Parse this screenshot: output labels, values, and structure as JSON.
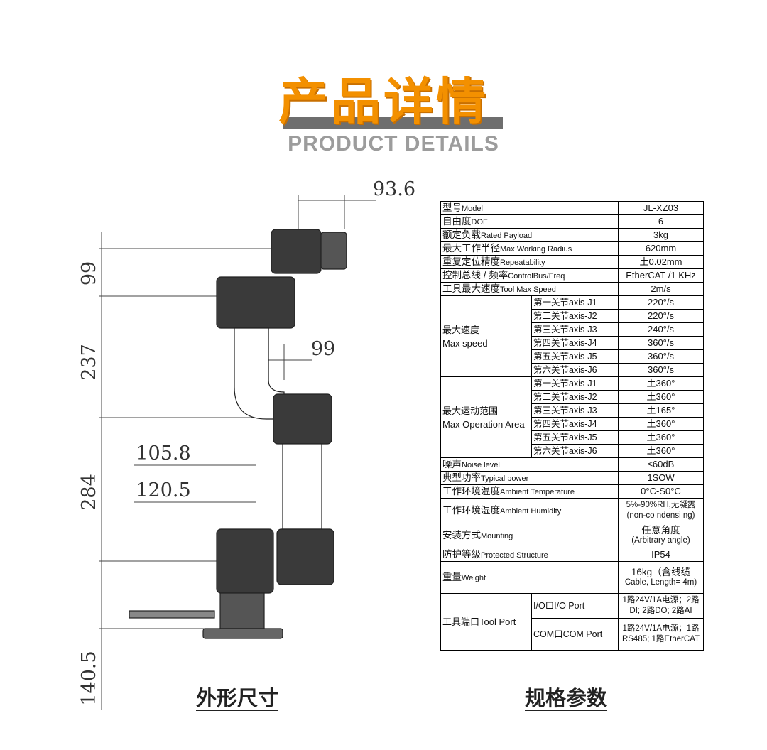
{
  "header": {
    "title_cn": "产品详情",
    "title_en": "PRODUCT DETAILS"
  },
  "drawing": {
    "caption": "外形尺寸",
    "dimensions": {
      "top_offset": "93.6",
      "h1": "99",
      "h2": "237",
      "inner": "99",
      "h3": "284",
      "w1": "105.8",
      "w2": "120.5",
      "base": "140.5"
    }
  },
  "specs": {
    "caption": "规格参数",
    "rows": [
      {
        "cn": "型号",
        "en": "Model",
        "value": "JL-XZ03"
      },
      {
        "cn": "自由度",
        "en": "DOF",
        "value": "6"
      },
      {
        "cn": "额定负载",
        "en": "Rated Payload",
        "value": "3kg"
      },
      {
        "cn": "最大工作半径",
        "en": "Max Working Radius",
        "value": "620mm"
      },
      {
        "cn": "重复定位精度",
        "en": "Repeatability",
        "value": "土0.02mm"
      },
      {
        "cn": "控制总线 / 频率",
        "en": "ControlBus/Freq",
        "value": "EtherCAT /1 KHz"
      },
      {
        "cn": "工具最大速度",
        "en": "Tool Max Speed",
        "value": "2m/s"
      }
    ],
    "speed_group": {
      "label_cn": "最大速度",
      "label_en": "Max speed",
      "axes": [
        {
          "name": "第一关节axis-J1",
          "value": "220°/s"
        },
        {
          "name": "第二关节axis-J2",
          "value": "220°/s"
        },
        {
          "name": "第三关节axis-J3",
          "value": "240°/s"
        },
        {
          "name": "第四关节axis-J4",
          "value": "360°/s"
        },
        {
          "name": "第五关节axis-J5",
          "value": "360°/s"
        },
        {
          "name": "第六关节axis-J6",
          "value": "360°/s"
        }
      ]
    },
    "range_group": {
      "label_cn": "最大运动范围",
      "label_en": "Max Operation Area",
      "axes": [
        {
          "name": "第一关节axis-J1",
          "value": "土360°"
        },
        {
          "name": "第二关节axis-J2",
          "value": "土360°"
        },
        {
          "name": "第三关节axis-J3",
          "value": "土165°"
        },
        {
          "name": "第四关节axis-J4",
          "value": "土360°"
        },
        {
          "name": "第五关节axis-J5",
          "value": "土360°"
        },
        {
          "name": "第六关节axis-J6",
          "value": "土360°"
        }
      ]
    },
    "rows2": [
      {
        "cn": "噪声",
        "en": "Noise level",
        "value": "≤60dB"
      },
      {
        "cn": "典型功率",
        "en": "Typical power",
        "value": "1SOW"
      },
      {
        "cn": "工作环境温度",
        "en": "Ambient Temperature",
        "value": "0°C-S0°C"
      }
    ],
    "humidity": {
      "cn": "工作环境湿度",
      "en": "Ambient Humidity",
      "value1": "5%-90%RH,无凝露",
      "value2": "(non-co ndensi ng)"
    },
    "mounting": {
      "cn": "安装方式",
      "en": "Mounting",
      "value1": "任意角度",
      "value2": "(Arbitrary angle)"
    },
    "protection": {
      "cn": "防护等级",
      "en": "Protected Structure",
      "value": "IP54"
    },
    "weight": {
      "cn": "重量",
      "en": "Weight",
      "value1": "16kg（含线缆",
      "value2": "Cable, Length= 4m)"
    },
    "tool_port": {
      "label": "工具端口Tool Port",
      "io_label": "I/O口I/O Port",
      "io_value": "1路24V/1A电源；2路DI; 2路DO; 2路AI",
      "com_label": "COM口COM Port",
      "com_value": "1路24V/1A电源；1路RS485; 1路EtherCAT"
    }
  }
}
